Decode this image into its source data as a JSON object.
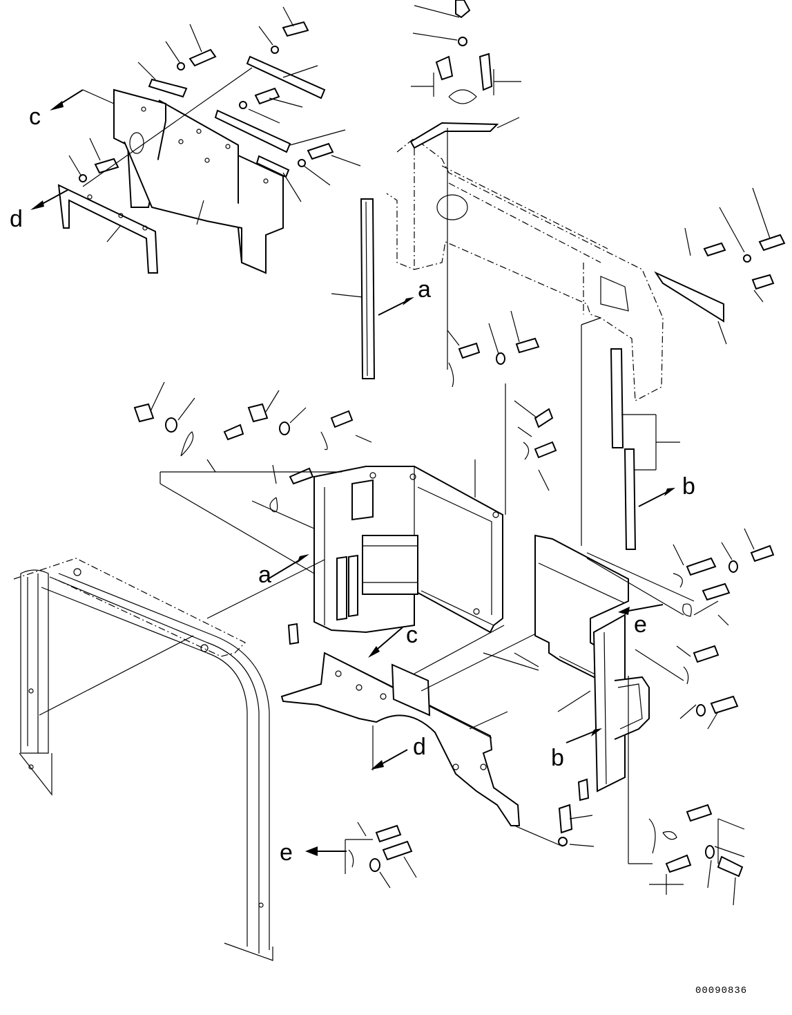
{
  "diagram": {
    "callouts": {
      "a": "a",
      "b": "b",
      "c": "c",
      "d": "d",
      "e": "e"
    },
    "drawing_code": "00090836"
  }
}
